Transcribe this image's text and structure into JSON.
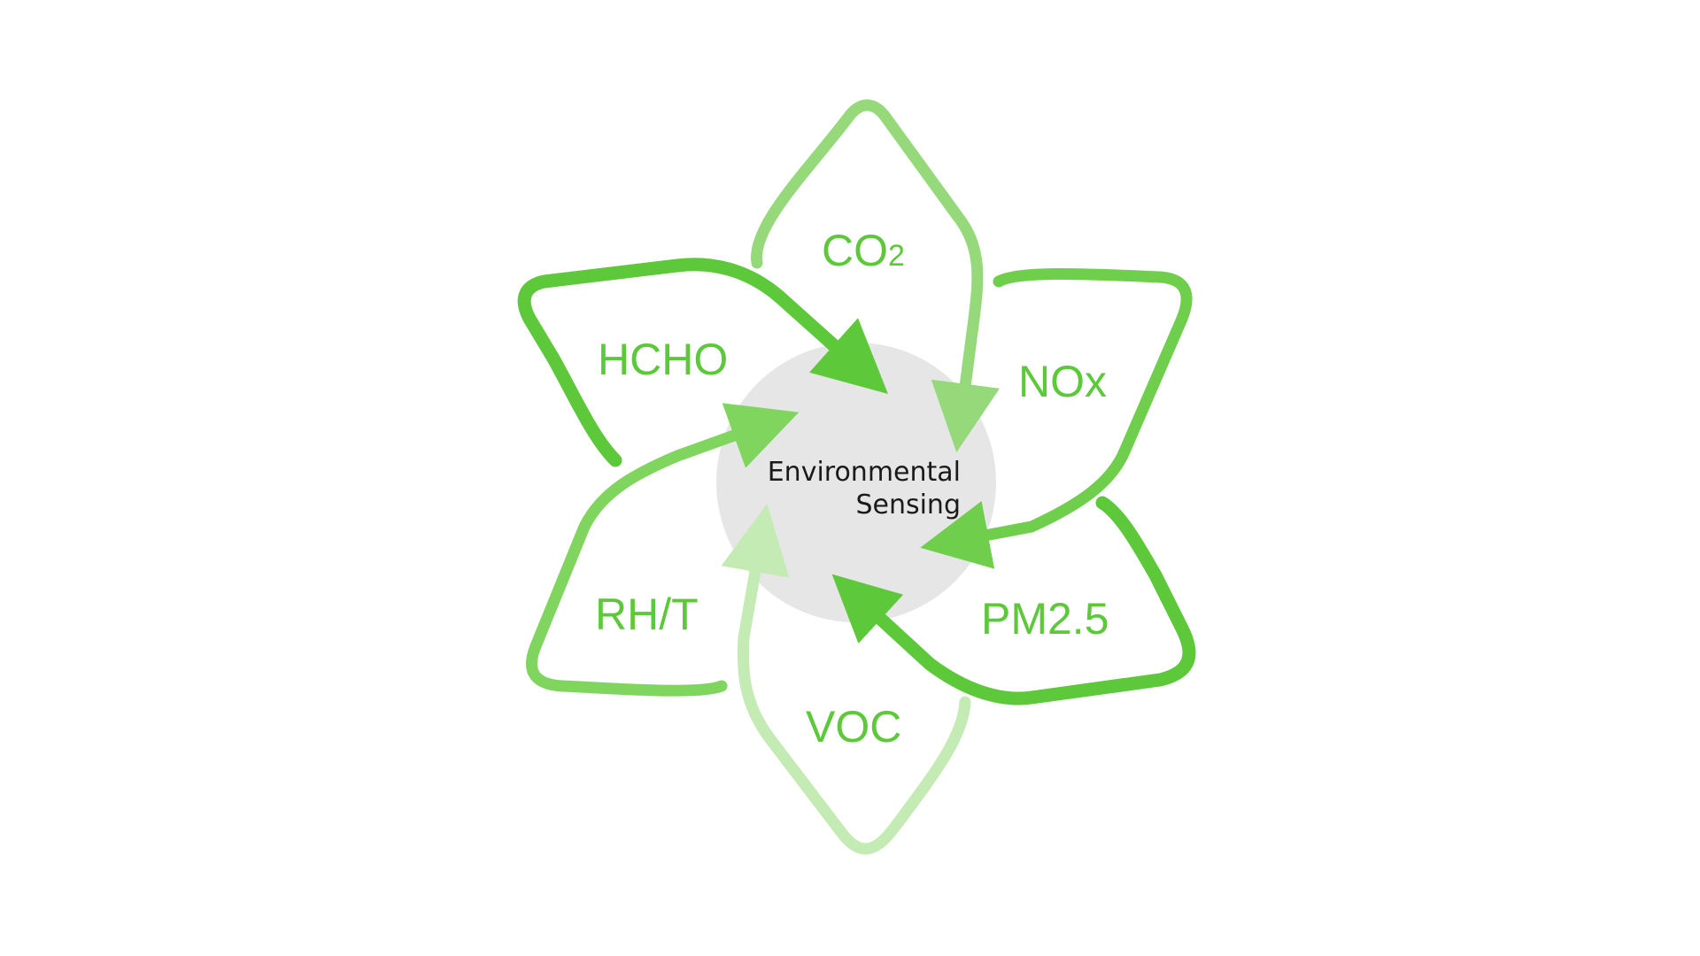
{
  "diagram": {
    "center": {
      "line1": "Environmental",
      "line2": "Sensing"
    },
    "petals": [
      {
        "id": "co2",
        "main": "CO",
        "sub": "2"
      },
      {
        "id": "nox",
        "main": "NOx"
      },
      {
        "id": "pm25",
        "main": "PM2.5"
      },
      {
        "id": "voc",
        "main": "VOC"
      },
      {
        "id": "rht",
        "main": "RH/T"
      },
      {
        "id": "hcho",
        "main": "HCHO"
      }
    ],
    "colors": {
      "center_fill": "#e6e6e6",
      "label": "#5cc83a",
      "center_text": "#1a1a1a",
      "co2": "#95d97b",
      "nox": "#6fcf4c",
      "pm25": "#5cc83a",
      "voc": "#c3ebb3",
      "rht": "#7fd55e",
      "hcho": "#5cc83a"
    }
  }
}
